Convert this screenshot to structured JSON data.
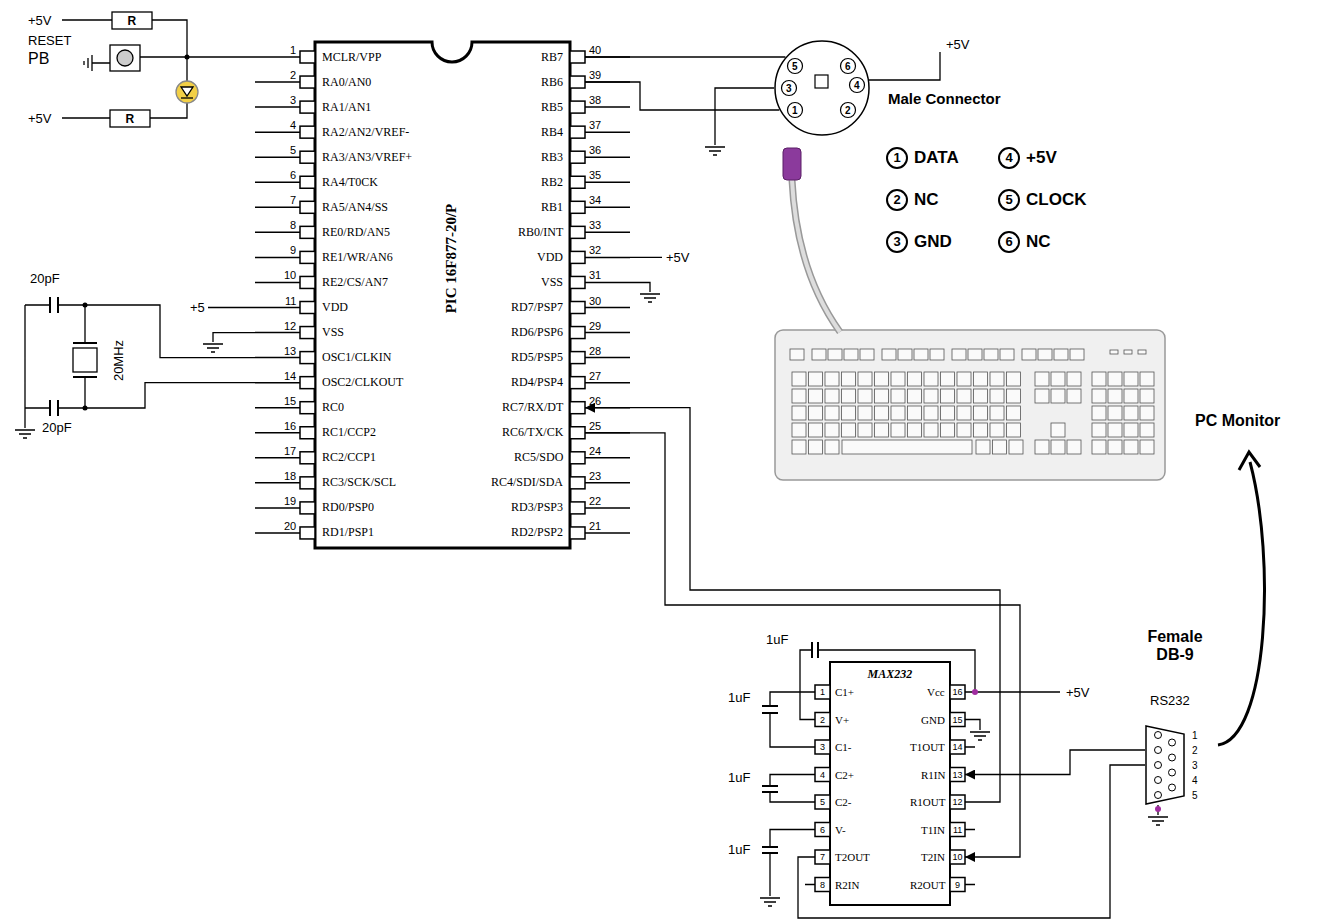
{
  "diagram": {
    "nodes": [
      {
        "text": [
          "PIC 16F877-20/P",
          "MCLR/VPP",
          "RA0/AN0",
          "RA1/AN1",
          "RA2/AN2/VREF-",
          "RA3/AN3/VREF+",
          "RA4/T0CK",
          "RA5/AN4/SS",
          "RE0/RD/AN5",
          "RE1/WR/AN6",
          "RE2/CS/AN7",
          "VDD",
          "VSS",
          "OSC1/CLKIN",
          "OSC2/CLKOUT",
          "RC0",
          "RC1/CCP2",
          "RC2/CCP1",
          "RC3/SCK/SCL",
          "RD0/PSP0",
          "RD1/PSP1",
          "RD2/PSP2",
          "RD3/PSP3",
          "RC4/SDI/SDA",
          "RC5/SDO",
          "RC6/TX/CK",
          "RC7/RX/DT",
          "RD4/PSP4",
          "RD5/PSP5",
          "RD6/PSP6",
          "RD7/PSP7",
          "VSS",
          "VDD",
          "RB0/INT",
          "RB1",
          "RB2",
          "RB3",
          "RB4",
          "RB5",
          "RB6",
          "RB7"
        ]
      },
      {
        "text": [
          "Male Connector",
          "5",
          "6",
          "3",
          "4",
          "1",
          "2"
        ]
      },
      {
        "text": [
          "MAX232",
          "C1+",
          "V+",
          "C1-",
          "C2+",
          "C2-",
          "V-",
          "T2OUT",
          "R2IN",
          "R2OUT",
          "T2IN",
          "T1IN",
          "R1OUT",
          "R1IN",
          "T1OUT",
          "GND",
          "Vcc"
        ]
      },
      {
        "text": [
          "Female DB-9",
          "RS232",
          "1",
          "2",
          "3",
          "4",
          "5"
        ]
      }
    ],
    "edges": [
      {
        "from": 1,
        "to": 0,
        "arrow": "none"
      },
      {
        "from": 1,
        "to": 0,
        "arrow": "none"
      },
      {
        "from": 0,
        "to": 2,
        "arrow": "to"
      },
      {
        "from": 2,
        "to": 0,
        "arrow": "to"
      },
      {
        "from": 3,
        "to": 2,
        "arrow": "to"
      },
      {
        "from": 2,
        "to": 3,
        "arrow": "none"
      }
    ],
    "labels": [
      "1",
      "2",
      "3",
      "4",
      "5",
      "6",
      "7",
      "8",
      "9",
      "10",
      "11",
      "12",
      "13",
      "14",
      "15",
      "16",
      "17",
      "18",
      "19",
      "20",
      "21",
      "22",
      "23",
      "24",
      "25",
      "26",
      "27",
      "28",
      "29",
      "30",
      "31",
      "32",
      "33",
      "34",
      "35",
      "36",
      "37",
      "38",
      "39",
      "40",
      "1",
      "2",
      "3",
      "4",
      "5",
      "6",
      "7",
      "8",
      "9",
      "10",
      "11",
      "12",
      "13",
      "14",
      "15",
      "16",
      "+5V",
      "R",
      "RESET",
      "PB",
      "+5V",
      "R",
      "20pF",
      "20MHz",
      "20pF",
      "+5",
      "+5V",
      "+5V",
      "1",
      "DATA",
      "4",
      "+5V",
      "2",
      "NC",
      "5",
      "CLOCK",
      "3",
      "GND",
      "6",
      "NC",
      "PC Monitor",
      "1uF",
      "1uF",
      "1uF",
      "1uF",
      "+5V"
    ]
  }
}
